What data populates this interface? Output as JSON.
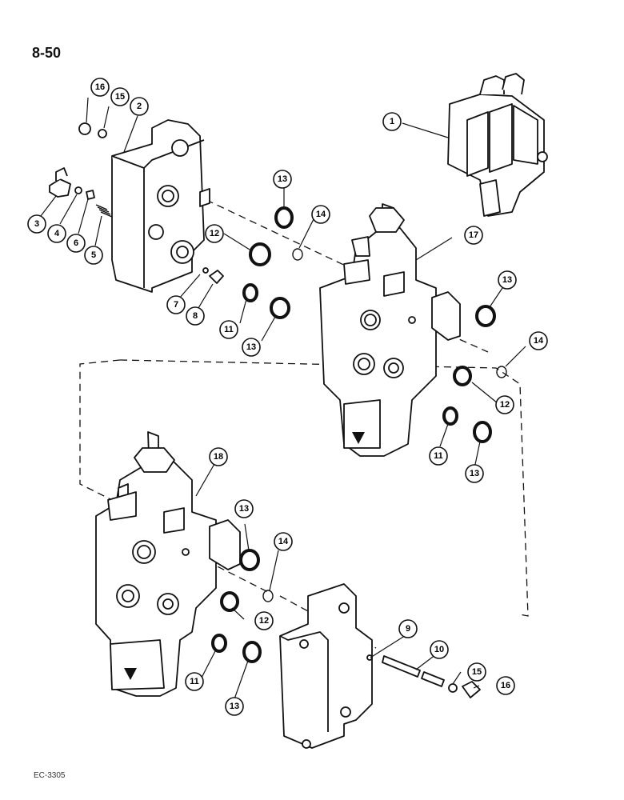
{
  "page": {
    "number": "8-50",
    "footer_code": "EC-3305"
  },
  "callouts": [
    {
      "id": "c1",
      "label": "1"
    },
    {
      "id": "c2",
      "label": "2"
    },
    {
      "id": "c3",
      "label": "3"
    },
    {
      "id": "c4",
      "label": "4"
    },
    {
      "id": "c5",
      "label": "5"
    },
    {
      "id": "c6",
      "label": "6"
    },
    {
      "id": "c7",
      "label": "7"
    },
    {
      "id": "c8",
      "label": "8"
    },
    {
      "id": "c9",
      "label": "9"
    },
    {
      "id": "c10",
      "label": "10"
    },
    {
      "id": "c11a",
      "label": "11"
    },
    {
      "id": "c11b",
      "label": "11"
    },
    {
      "id": "c11c",
      "label": "11"
    },
    {
      "id": "c12a",
      "label": "12"
    },
    {
      "id": "c12b",
      "label": "12"
    },
    {
      "id": "c12c",
      "label": "12"
    },
    {
      "id": "c13a",
      "label": "13"
    },
    {
      "id": "c13b",
      "label": "13"
    },
    {
      "id": "c13c",
      "label": "13"
    },
    {
      "id": "c13d",
      "label": "13"
    },
    {
      "id": "c13e",
      "label": "13"
    },
    {
      "id": "c13f",
      "label": "13"
    },
    {
      "id": "c14a",
      "label": "14"
    },
    {
      "id": "c14b",
      "label": "14"
    },
    {
      "id": "c14c",
      "label": "14"
    },
    {
      "id": "c15a",
      "label": "15"
    },
    {
      "id": "c15b",
      "label": "15"
    },
    {
      "id": "c16a",
      "label": "16"
    },
    {
      "id": "c16b",
      "label": "16"
    },
    {
      "id": "c17",
      "label": "17"
    },
    {
      "id": "c18",
      "label": "18"
    }
  ]
}
